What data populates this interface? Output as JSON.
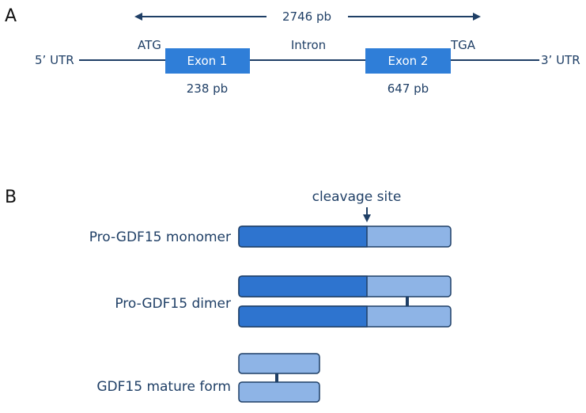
{
  "panels": {
    "a": "A",
    "b": "B"
  },
  "gene": {
    "length_label": "2746 pb",
    "utr5": "5’ UTR",
    "utr3": "3’ UTR",
    "start_codon": "ATG",
    "stop_codon": "TGA",
    "intron": "Intron",
    "exon1": {
      "name": "Exon 1",
      "size": "238 pb"
    },
    "exon2": {
      "name": "Exon 2",
      "size": "647 pb"
    }
  },
  "protein": {
    "cleavage": "cleavage site",
    "monomer": "Pro-GDF15 monomer",
    "dimer": "Pro-GDF15 dimer",
    "mature": "GDF15 mature form"
  },
  "colors": {
    "exon": "#2f7ed8",
    "line": "#1f3f66",
    "pro_domain": "#2e74cf",
    "mature_domain": "#8eb4e6",
    "outline": "#1f3f66"
  }
}
